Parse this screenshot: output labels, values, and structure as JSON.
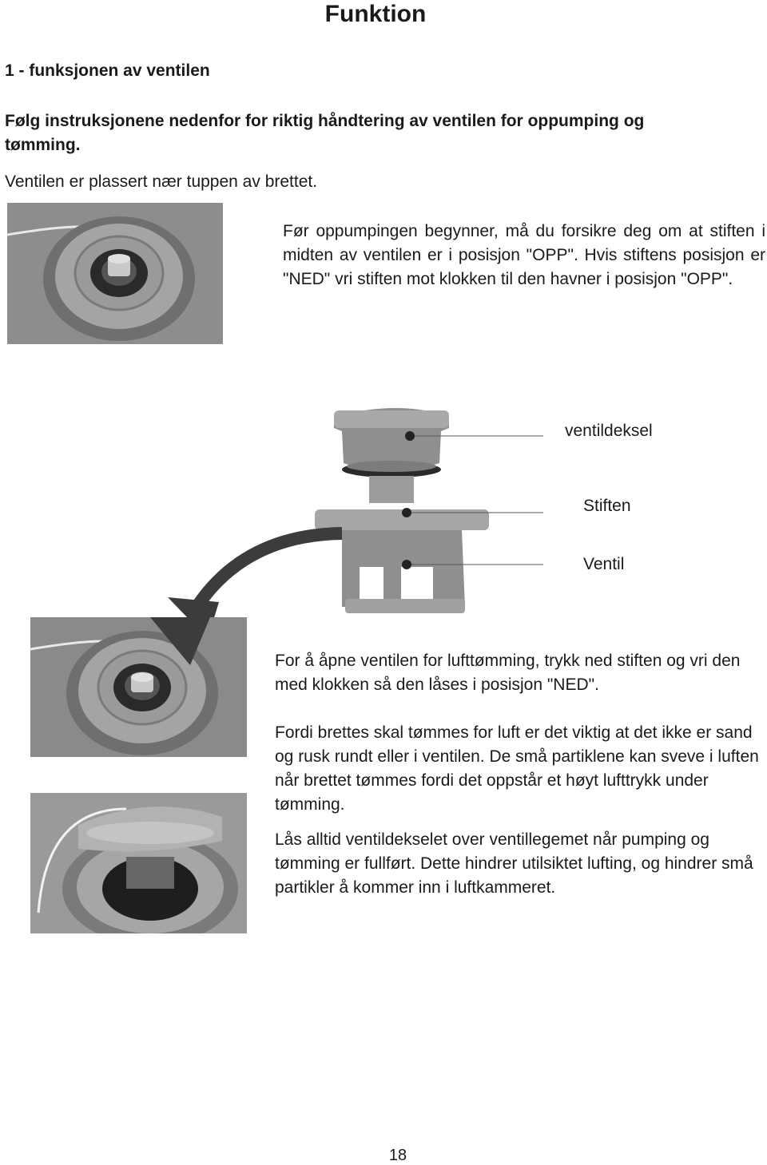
{
  "page": {
    "title": "Funktion",
    "section_heading": "1 - funksjonen av ventilen",
    "intro_bold": "Følg instruksjonene nedenfor for riktig håndtering av ventilen for oppumping og tømming.",
    "intro": "Ventilen er plassert nær tuppen av brettet.",
    "paragraph_open": "Før oppumpingen begynner, må du forsikre deg om at stiften i midten av ventilen er i posisjon \"OPP\". Hvis stiftens posisjon er \"NED\" vri stiften mot klokken til den havner i posisjon \"OPP\".",
    "labels": {
      "cover": "ventildeksel",
      "pin": "Stiften",
      "valve": "Ventil"
    },
    "paragraph_deflate": "For å åpne ventilen for lufttømming, trykk ned stiften og vri den med klokken så den låses i posisjon \"NED\".",
    "paragraph_sand": "Fordi brettes skal tømmes for luft er det viktig at det ikke er sand og rusk rundt eller i ventilen. De små partiklene kan sveve i luften når brettet tømmes fordi det oppstår et høyt lufttrykk under tømming.",
    "paragraph_lock": "Lås alltid ventildekselet over ventillegemet når pumping og tømming er fullført. Dette hindrer utilsiktet lufting, og hindrer små partikler å kommer inn i luftkammeret.",
    "page_number": "18"
  }
}
